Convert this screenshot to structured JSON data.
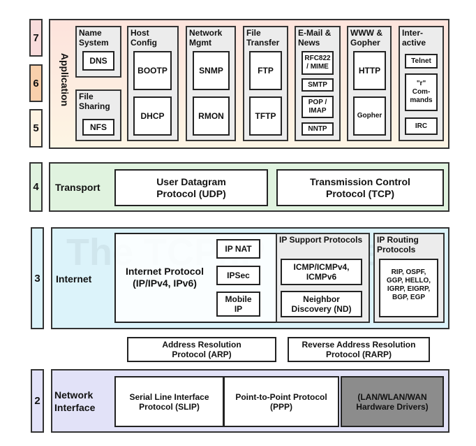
{
  "watermark": "The TCP/IP Guide",
  "layers": {
    "app": {
      "nums": [
        "7",
        "6",
        "5"
      ],
      "label": "Application",
      "groups": [
        {
          "title": "Name System",
          "items": [
            "DNS"
          ]
        },
        {
          "title": "File Sharing",
          "items": [
            "NFS"
          ]
        },
        {
          "title": "Host Config",
          "items": [
            "BOOTP",
            "DHCP"
          ]
        },
        {
          "title": "Network Mgmt",
          "items": [
            "SNMP",
            "RMON"
          ]
        },
        {
          "title": "File Transfer",
          "items": [
            "FTP",
            "TFTP"
          ]
        },
        {
          "title": "E-Mail & News",
          "items": [
            "RFC822 / MIME",
            "SMTP",
            "POP / IMAP",
            "NNTP"
          ]
        },
        {
          "title": "WWW & Gopher",
          "items": [
            "HTTP",
            "Gopher"
          ]
        },
        {
          "title": "Inter-active",
          "items": [
            "Telnet",
            "\"r\" Com-mands",
            "IRC"
          ]
        }
      ]
    },
    "transport": {
      "num": "4",
      "label": "Transport",
      "items": [
        "User Datagram Protocol (UDP)",
        "Transmission Control Protocol (TCP)"
      ]
    },
    "internet": {
      "num": "3",
      "label": "Internet",
      "ip": "Internet Protocol (IP/IPv4, IPv6)",
      "ip_ext": [
        "IP NAT",
        "IPSec",
        "Mobile IP"
      ],
      "support": {
        "title": "IP Support Protocols",
        "items": [
          "ICMP/ICMPv4, ICMPv6",
          "Neighbor Discovery (ND)"
        ]
      },
      "routing": {
        "title": "IP Routing Protocols",
        "items": [
          "RIP, OSPF, GGP, HELLO, IGRP, EIGRP, BGP, EGP"
        ]
      }
    },
    "resolution": [
      "Address Resolution Protocol (ARP)",
      "Reverse Address Resolution Protocol (RARP)"
    ],
    "netif": {
      "num": "2",
      "label": "Network Interface",
      "items": [
        "Serial Line Interface Protocol (SLIP)",
        "Point-to-Point Protocol (PPP)",
        "(LAN/WLAN/WAN Hardware Drivers)"
      ]
    }
  },
  "colors": {
    "app": "#fde6dc",
    "l7": "#f8dcdc",
    "l6": "#f8d0ac",
    "l5": "#fdf3e2",
    "transport": "#e0f3df",
    "internet": "#dcf3fa",
    "netif": "#e2e2f8",
    "hardware": "#8c8c8c"
  }
}
